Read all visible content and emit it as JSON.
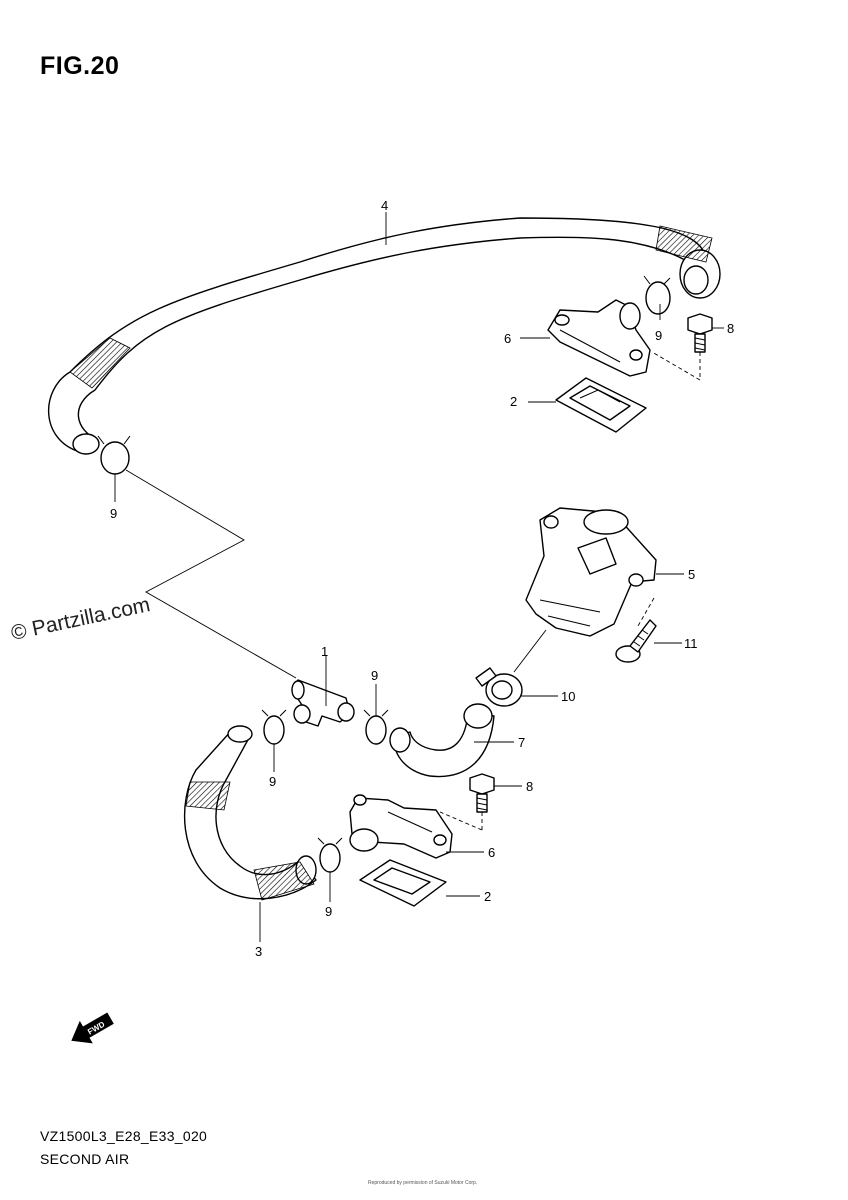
{
  "figure": {
    "title": "FIG.20",
    "watermark": "© Partzilla.com",
    "code": "VZ1500L3_E28_E33_020",
    "name": "SECOND AIR",
    "copyright": "Reproduced by permission of Suzuki Motor Corp."
  },
  "callouts": {
    "c1": "1",
    "c2a": "2",
    "c2b": "2",
    "c3": "3",
    "c4": "4",
    "c5": "5",
    "c6a": "6",
    "c6b": "6",
    "c7": "7",
    "c8a": "8",
    "c8b": "8",
    "c9a": "9",
    "c9b": "9",
    "c9c": "9",
    "c9d": "9",
    "c9e": "9",
    "c10": "10",
    "c11": "11"
  },
  "fwd_arrow": {
    "label": "FWD",
    "icon": "forward-arrow-icon"
  }
}
